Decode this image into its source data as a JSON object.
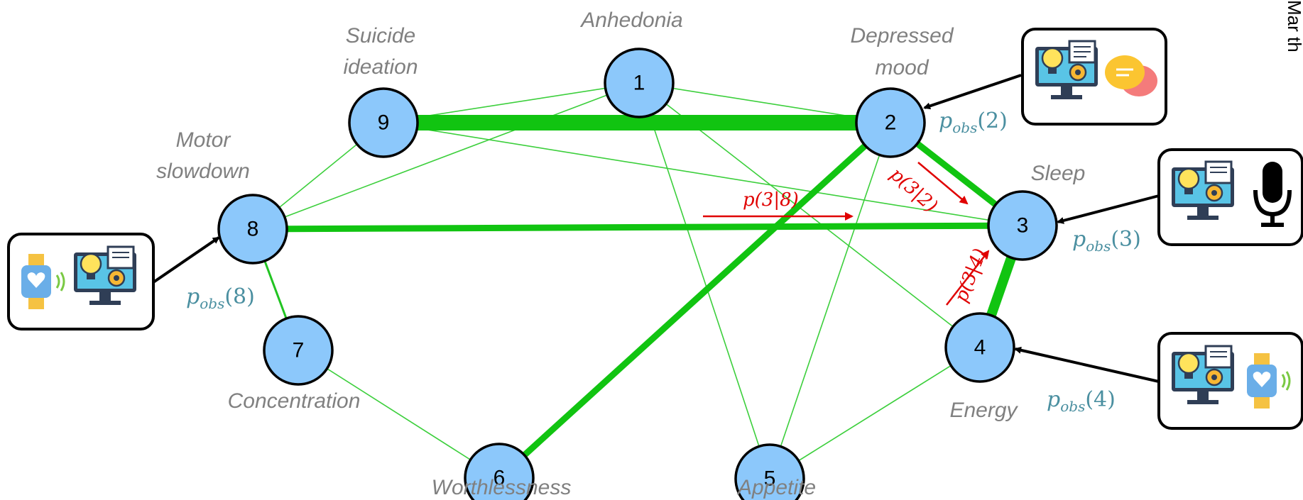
{
  "nodes": [
    {
      "id": "1",
      "label": "Anhedonia"
    },
    {
      "id": "2",
      "label_line1": "Depressed",
      "label_line2": "mood"
    },
    {
      "id": "3",
      "label": "Sleep"
    },
    {
      "id": "4",
      "label": "Energy"
    },
    {
      "id": "5",
      "label": "Appetite"
    },
    {
      "id": "6",
      "label": "Worthlessness"
    },
    {
      "id": "7",
      "label": "Concentration"
    },
    {
      "id": "8",
      "label_line1": "Motor",
      "label_line2": "slowdown"
    },
    {
      "id": "9",
      "label_line1": "Suicide",
      "label_line2": "ideation"
    }
  ],
  "observations": {
    "p_obs_2": {
      "p": "p",
      "sub": "obs",
      "arg": "(2)"
    },
    "p_obs_3": {
      "p": "p",
      "sub": "obs",
      "arg": "(3)"
    },
    "p_obs_4": {
      "p": "p",
      "sub": "obs",
      "arg": "(4)"
    },
    "p_obs_8": {
      "p": "p",
      "sub": "obs",
      "arg": "(8)"
    }
  },
  "conditionals": {
    "p_3_8": "p(3|8)",
    "p_3_2": "p(3|2)",
    "p_3_4": "p(3|4)"
  },
  "sources": {
    "node_2": "computer-chat",
    "node_3": "computer-microphone",
    "node_4": "computer-smartwatch",
    "node_8": "smartwatch-computer"
  },
  "corner_text": "Mar th",
  "colors": {
    "node_fill": "#8cc8fb",
    "edge": "#11c411",
    "observation_label": "#4a8fa0",
    "conditional": "#e00000",
    "symptom_label": "#808080"
  }
}
